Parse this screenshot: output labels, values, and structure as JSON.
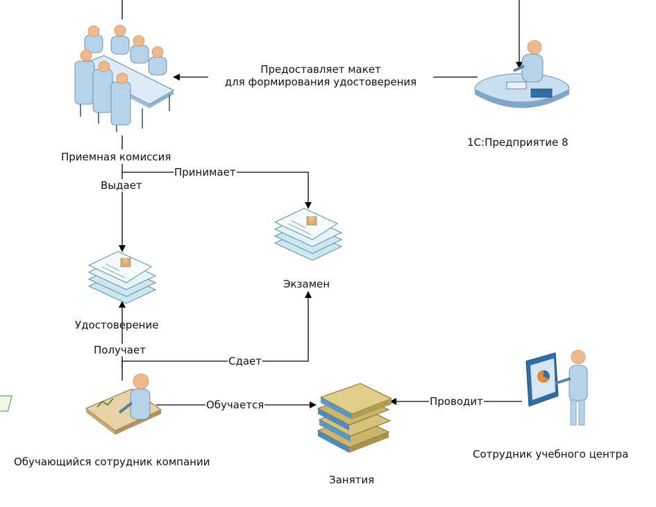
{
  "nodes": {
    "commission": {
      "label": "Приемная комиссия",
      "icon": "meeting-table-icon"
    },
    "enterprise": {
      "label": "1С:Предприятие 8",
      "icon": "computer-workstation-icon"
    },
    "exam": {
      "label": "Экзамен",
      "icon": "document-stack-icon"
    },
    "certificate": {
      "label": "Удостоверение",
      "icon": "document-stack-icon"
    },
    "student": {
      "label": "Обучающийся сотрудник компании",
      "icon": "person-at-desk-icon"
    },
    "classes": {
      "label": "Занятия",
      "icon": "books-stack-icon"
    },
    "trainer": {
      "label": "Сотрудник учебного центра",
      "icon": "presenter-board-icon"
    }
  },
  "edges": {
    "provides_line1": "Предоставляет макет",
    "provides_line2": "для формирования удостоверения",
    "accepts": "Принимает",
    "issues": "Выдает",
    "receives": "Получает",
    "passes": "Сдает",
    "studies": "Обучается",
    "conducts": "Проводит"
  },
  "colors": {
    "line": "#000000",
    "person_body": "#b7d3ea",
    "person_head": "#f0b98c",
    "paper": "#cde6f2",
    "book": "#cbb56a"
  }
}
